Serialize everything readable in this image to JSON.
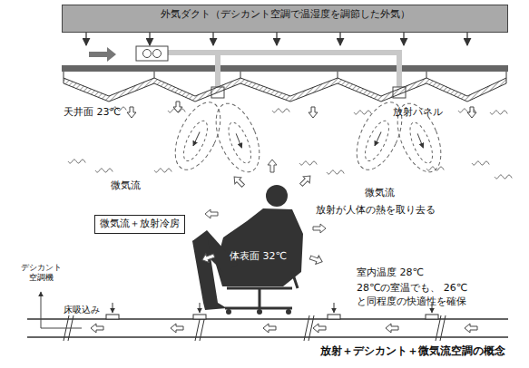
{
  "diagram": {
    "caption": "放射＋デシカント＋微気流空調の概念",
    "nodes": [
      {
        "text": [
          "外気ダクト（デシカント空調で温湿度を調節した外気）"
        ]
      },
      {
        "text": [
          "微気流＋放射冷房"
        ]
      }
    ],
    "labels": [
      "天井面 23℃",
      "放射パネル",
      "微気流",
      "微気流",
      "放射が人体の熱を取り去る",
      "体表面 32℃",
      "室内温度 28℃",
      "28℃の室温でも、 26℃と同程度の快適性を確保",
      "デシカント 空調機",
      "床吸込み"
    ]
  }
}
